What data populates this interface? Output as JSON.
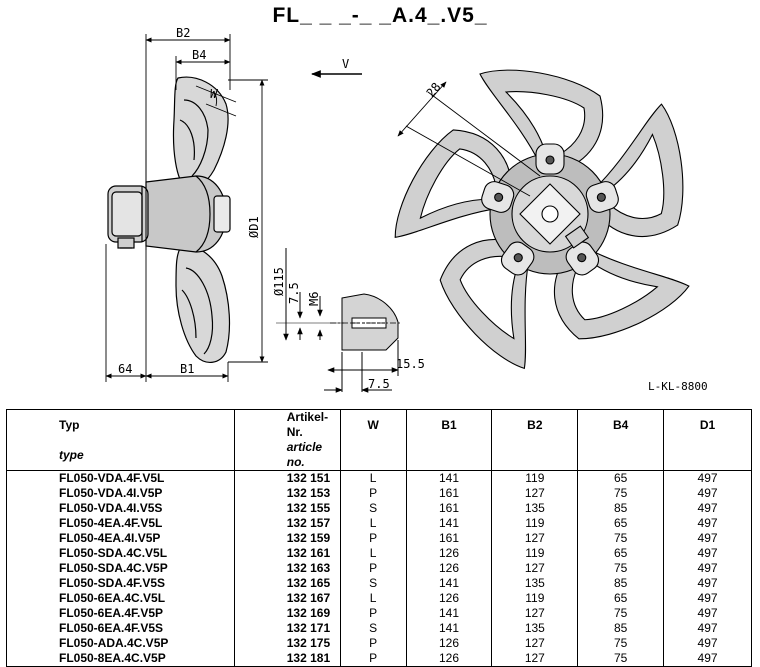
{
  "title": "FL_ _ _-_ _A.4_.V5_",
  "drawing_ref": "L-KL-8800",
  "dimensions": {
    "b2": "B2",
    "b4": "B4",
    "w": "W",
    "b1": "B1",
    "left_64": "64",
    "d1": "ØD1",
    "d115": "Ø115",
    "v75_vertical": "7.5",
    "m6": "M6",
    "v155": "15.5",
    "v75_horizontal": "7.5",
    "angle_28": "28",
    "airflow": "V"
  },
  "table": {
    "headers": [
      {
        "line1": "Typ",
        "line2": "type"
      },
      {
        "line1": "Artikel-Nr.",
        "line2": "article no."
      },
      {
        "line1": "W",
        "line2": ""
      },
      {
        "line1": "B1",
        "line2": ""
      },
      {
        "line1": "B2",
        "line2": ""
      },
      {
        "line1": "B4",
        "line2": ""
      },
      {
        "line1": "D1",
        "line2": ""
      }
    ],
    "rows": [
      [
        "FL050-VDA.4F.V5L",
        "132 151",
        "L",
        "141",
        "119",
        "65",
        "497"
      ],
      [
        "FL050-VDA.4I.V5P",
        "132 153",
        "P",
        "161",
        "127",
        "75",
        "497"
      ],
      [
        "FL050-VDA.4I.V5S",
        "132 155",
        "S",
        "161",
        "135",
        "85",
        "497"
      ],
      [
        "FL050-4EA.4F.V5L",
        "132 157",
        "L",
        "141",
        "119",
        "65",
        "497"
      ],
      [
        "FL050-4EA.4I.V5P",
        "132 159",
        "P",
        "161",
        "127",
        "75",
        "497"
      ],
      [
        "FL050-SDA.4C.V5L",
        "132 161",
        "L",
        "126",
        "119",
        "65",
        "497"
      ],
      [
        "FL050-SDA.4C.V5P",
        "132 163",
        "P",
        "126",
        "127",
        "75",
        "497"
      ],
      [
        "FL050-SDA.4F.V5S",
        "132 165",
        "S",
        "141",
        "135",
        "85",
        "497"
      ],
      [
        "FL050-6EA.4C.V5L",
        "132 167",
        "L",
        "126",
        "119",
        "65",
        "497"
      ],
      [
        "FL050-6EA.4F.V5P",
        "132 169",
        "P",
        "141",
        "127",
        "75",
        "497"
      ],
      [
        "FL050-6EA.4F.V5S",
        "132 171",
        "S",
        "141",
        "135",
        "85",
        "497"
      ],
      [
        "FL050-ADA.4C.V5P",
        "132 175",
        "P",
        "126",
        "127",
        "75",
        "497"
      ],
      [
        "FL050-8EA.4C.V5P",
        "132 181",
        "P",
        "126",
        "127",
        "75",
        "497"
      ]
    ]
  }
}
